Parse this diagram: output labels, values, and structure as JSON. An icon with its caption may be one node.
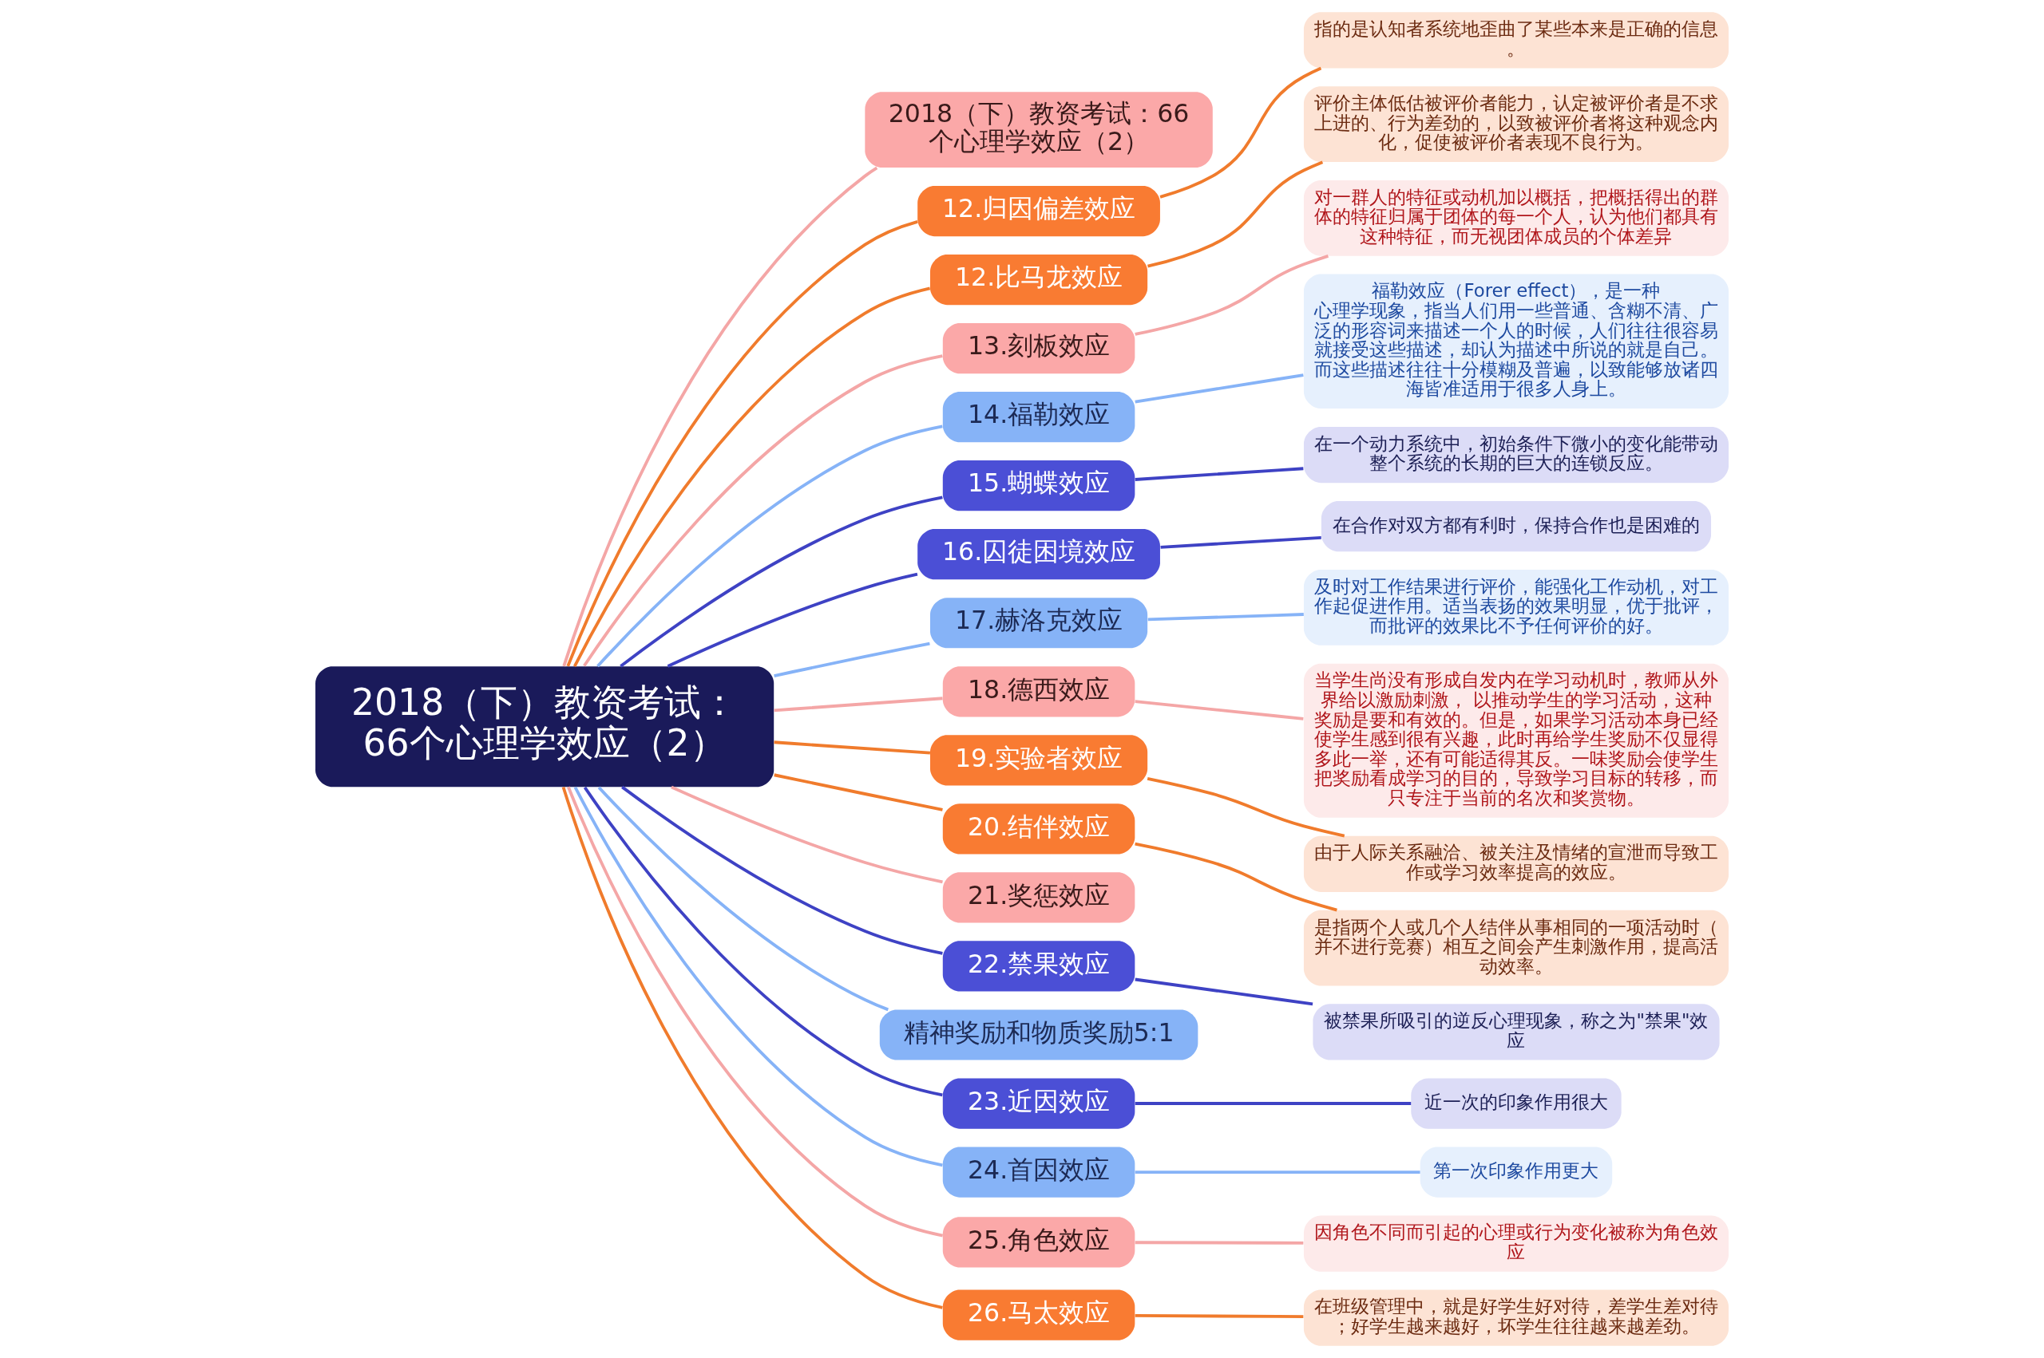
{
  "diagram": {
    "nodes": [
      {
        "text": [
          "2018（下）教资考试：66个心理学效应（2）"
        ]
      },
      {
        "text": [
          "2018（下）教资考试：66个心理学效应（2）"
        ]
      },
      {
        "text": [
          "12.归因偏差效应"
        ]
      },
      {
        "text": [
          "指的是认知者系统地歪曲了某些本来是正确的信息。"
        ]
      },
      {
        "text": [
          "12.比马龙效应"
        ]
      },
      {
        "text": [
          "评价主体低估被评价者能力，认定被评价者是不求上进的、行为差劲的，以致被评价者将这种观念内化，促使被评价者表现不良行为。"
        ]
      },
      {
        "text": [
          "13.刻板效应"
        ]
      },
      {
        "text": [
          "对一群人的特征或动机加以概括，把概括得出的群体的特征归属于团体的每一个人，认为他们都具有这种特征，而无视团体成员的个体差异"
        ]
      },
      {
        "text": [
          "14.福勒效应"
        ]
      },
      {
        "text": [
          "福勒效应（Forer effect），是一种心理学现象，指当人们用一些普通、含糊不清、广泛的形容词来描述一个人的时候，人们往往很容易就接受这些描述，却认为描述中所说的就是自己。而这些描述往往十分模糊及普遍，以致能够放诸四海皆准适用于很多人身上。"
        ]
      },
      {
        "text": [
          "15.蝴蝶效应"
        ]
      },
      {
        "text": [
          "在一个动力系统中，初始条件下微小的变化能带动整个系统的长期的巨大的连锁反应。"
        ]
      },
      {
        "text": [
          "16.囚徒困境效应"
        ]
      },
      {
        "text": [
          "在合作对双方都有利时，保持合作也是困难的"
        ]
      },
      {
        "text": [
          "17.赫洛克效应"
        ]
      },
      {
        "text": [
          "及时对工作结果进行评价，能强化工作动机，对工作起促进作用。适当表扬的效果明显，优于批评，而批评的效果比不予任何评价的好。"
        ]
      },
      {
        "text": [
          "18.德西效应"
        ]
      },
      {
        "text": [
          "当学生尚没有形成自发内在学习动机时，教师从外界给以激励刺激， 以推动学生的学习活动，这种奖励是要和有效的。但是，如果学习活动本身已经使学生感到很有兴趣，此时再给学生奖励不仅显得多此一举，还有可能适得其反。一味奖励会使学生把奖励看成学习的目的，导致学习目标的转移，而只专注于当前的名次和奖赏物。"
        ]
      },
      {
        "text": [
          "19.实验者效应"
        ]
      },
      {
        "text": [
          "由于人际关系融洽、被关注及情绪的宣泄而导致工作或学习效率提高的效应。"
        ]
      },
      {
        "text": [
          "20.结伴效应"
        ]
      },
      {
        "text": [
          "是指两个人或几个人结伴从事相同的一项活动时（并不进行竞赛）相互之间会产生刺激作用，提高活动效率。"
        ]
      },
      {
        "text": [
          "21.奖惩效应"
        ]
      },
      {
        "text": [
          "22.禁果效应"
        ]
      },
      {
        "text": [
          "被禁果所吸引的逆反心理现象，称之为\"禁果\"效应"
        ]
      },
      {
        "text": [
          "精神奖励和物质奖励5:1"
        ]
      },
      {
        "text": [
          "23.近因效应"
        ]
      },
      {
        "text": [
          "近一次的印象作用很大"
        ]
      },
      {
        "text": [
          "24.首因效应"
        ]
      },
      {
        "text": [
          "第一次印象作用更大"
        ]
      },
      {
        "text": [
          "25.角色效应"
        ]
      },
      {
        "text": [
          "因角色不同而引起的心理或行为变化被称为角色效应"
        ]
      },
      {
        "text": [
          "26.马太效应"
        ]
      },
      {
        "text": [
          "在班级管理中，就是好学生好对待，差学生差对待；好学生越来越好，坏学生往往越来越差劲。"
        ]
      }
    ],
    "edges": [
      {
        "from": 0,
        "to": 1,
        "arrow": "none",
        "color": "#f4a6a6"
      },
      {
        "from": 0,
        "to": 2,
        "arrow": "none",
        "color": "#f07b2c"
      },
      {
        "from": 2,
        "to": 3,
        "arrow": "none",
        "color": "#f07b2c"
      },
      {
        "from": 0,
        "to": 4,
        "arrow": "none",
        "color": "#f07b2c"
      },
      {
        "from": 4,
        "to": 5,
        "arrow": "none",
        "color": "#f07b2c"
      },
      {
        "from": 0,
        "to": 6,
        "arrow": "none",
        "color": "#f4a6a6"
      },
      {
        "from": 6,
        "to": 7,
        "arrow": "none",
        "color": "#f4a6a6"
      },
      {
        "from": 0,
        "to": 8,
        "arrow": "none",
        "color": "#86b3f7"
      },
      {
        "from": 8,
        "to": 9,
        "arrow": "none",
        "color": "#86b3f7"
      },
      {
        "from": 0,
        "to": 10,
        "arrow": "none",
        "color": "#3e42c4"
      },
      {
        "from": 10,
        "to": 11,
        "arrow": "none",
        "color": "#3e42c4"
      },
      {
        "from": 0,
        "to": 12,
        "arrow": "none",
        "color": "#3e42c4"
      },
      {
        "from": 12,
        "to": 13,
        "arrow": "none",
        "color": "#3e42c4"
      },
      {
        "from": 0,
        "to": 14,
        "arrow": "none",
        "color": "#86b3f7"
      },
      {
        "from": 14,
        "to": 15,
        "arrow": "none",
        "color": "#86b3f7"
      },
      {
        "from": 0,
        "to": 16,
        "arrow": "none",
        "color": "#f4a6a6"
      },
      {
        "from": 16,
        "to": 17,
        "arrow": "none",
        "color": "#f4a6a6"
      },
      {
        "from": 0,
        "to": 18,
        "arrow": "none",
        "color": "#f07b2c"
      },
      {
        "from": 18,
        "to": 19,
        "arrow": "none",
        "color": "#f07b2c"
      },
      {
        "from": 0,
        "to": 20,
        "arrow": "none",
        "color": "#f07b2c"
      },
      {
        "from": 20,
        "to": 21,
        "arrow": "none",
        "color": "#f07b2c"
      },
      {
        "from": 0,
        "to": 22,
        "arrow": "none",
        "color": "#f4a6a6"
      },
      {
        "from": 0,
        "to": 23,
        "arrow": "none",
        "color": "#3e42c4"
      },
      {
        "from": 23,
        "to": 24,
        "arrow": "none",
        "color": "#3e42c4"
      },
      {
        "from": 0,
        "to": 25,
        "arrow": "none",
        "color": "#86b3f7"
      },
      {
        "from": 0,
        "to": 26,
        "arrow": "none",
        "color": "#3e42c4"
      },
      {
        "from": 26,
        "to": 27,
        "arrow": "none",
        "color": "#3e42c4"
      },
      {
        "from": 0,
        "to": 28,
        "arrow": "none",
        "color": "#86b3f7"
      },
      {
        "from": 28,
        "to": 29,
        "arrow": "none",
        "color": "#86b3f7"
      },
      {
        "from": 0,
        "to": 30,
        "arrow": "none",
        "color": "#f4a6a6"
      },
      {
        "from": 30,
        "to": 31,
        "arrow": "none",
        "color": "#f4a6a6"
      },
      {
        "from": 0,
        "to": 32,
        "arrow": "none",
        "color": "#f07b2c"
      },
      {
        "from": 32,
        "to": 33,
        "arrow": "none",
        "color": "#f07b2c"
      }
    ]
  }
}
